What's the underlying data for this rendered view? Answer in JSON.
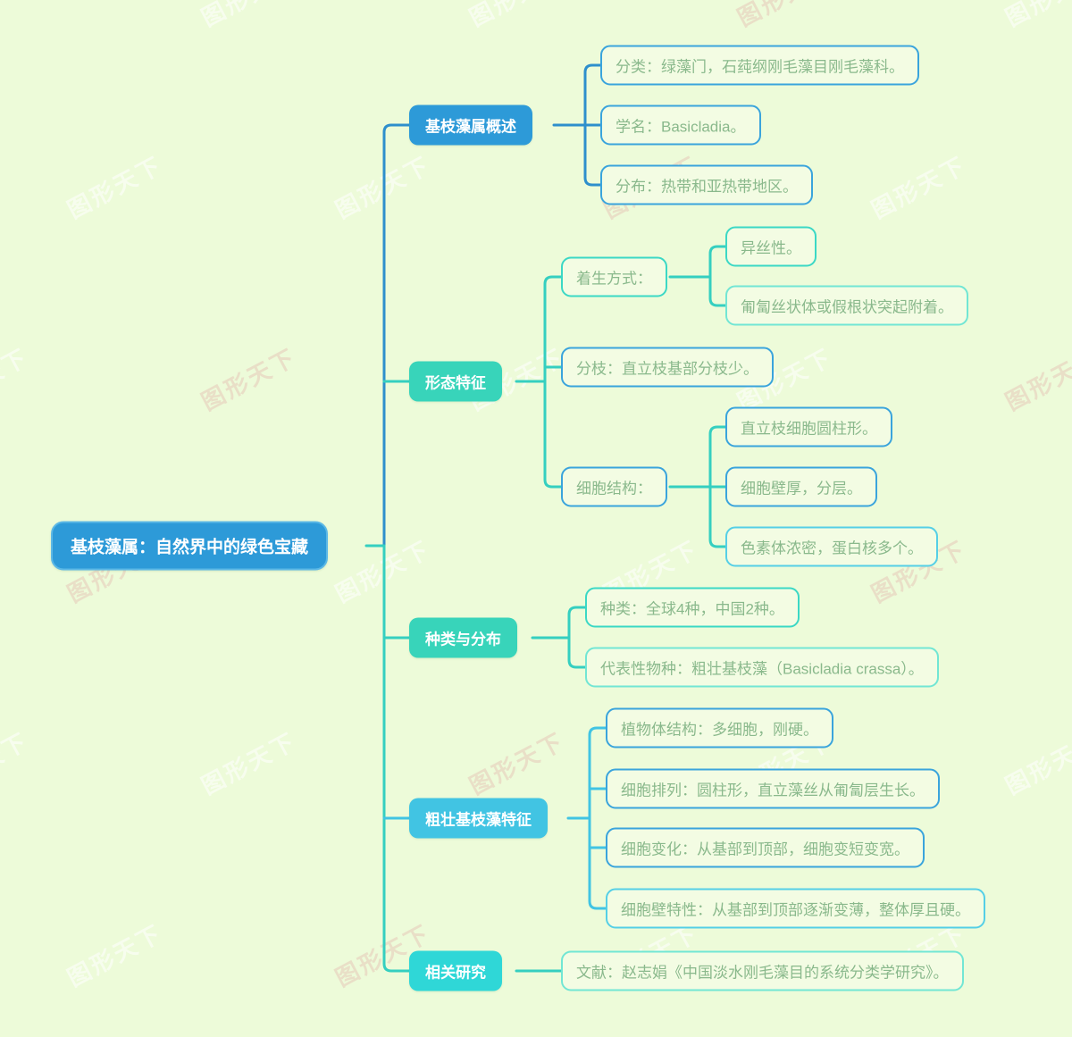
{
  "title": "基枝藻属思维导图",
  "watermark": {
    "text": "图形天下"
  },
  "colors": {
    "background": "#edfbd9",
    "root_fill": "#2d9ad8",
    "teal_fill": "#38d4ba",
    "cyan_fill": "#41c4e3",
    "turquoise_fill": "#2fd7d7",
    "child_text": "#8ab98c",
    "line_blue": "#2e8fcc",
    "line_teal": "#35cfc0",
    "line_cyan": "#41c4e3"
  },
  "root": {
    "label": "基枝藻属：自然界中的绿色宝藏"
  },
  "branches": [
    {
      "label": "基枝藻属概述",
      "children": [
        {
          "label": "分类：绿藻门，石莼纲刚毛藻目刚毛藻科。"
        },
        {
          "label": "学名：Basicladia。"
        },
        {
          "label": "分布：热带和亚热带地区。"
        }
      ]
    },
    {
      "label": "形态特征",
      "children": [
        {
          "label": "着生方式：",
          "children": [
            {
              "label": "异丝性。"
            },
            {
              "label": "匍匐丝状体或假根状突起附着。"
            }
          ]
        },
        {
          "label": "分枝：直立枝基部分枝少。"
        },
        {
          "label": "细胞结构：",
          "children": [
            {
              "label": "直立枝细胞圆柱形。"
            },
            {
              "label": "细胞壁厚，分层。"
            },
            {
              "label": "色素体浓密，蛋白核多个。"
            }
          ]
        }
      ]
    },
    {
      "label": "种类与分布",
      "children": [
        {
          "label": "种类：全球4种，中国2种。"
        },
        {
          "label": "代表性物种：粗壮基枝藻（Basicladia crassa）。"
        }
      ]
    },
    {
      "label": "粗壮基枝藻特征",
      "children": [
        {
          "label": "植物体结构：多细胞，刚硬。"
        },
        {
          "label": "细胞排列：圆柱形，直立藻丝从匍匐层生长。"
        },
        {
          "label": "细胞变化：从基部到顶部，细胞变短变宽。"
        },
        {
          "label": "细胞壁特性：从基部到顶部逐渐变薄，整体厚且硬。"
        }
      ]
    },
    {
      "label": "相关研究",
      "children": [
        {
          "label": "文献：赵志娟《中国淡水刚毛藻目的系统分类学研究》。"
        }
      ]
    }
  ]
}
